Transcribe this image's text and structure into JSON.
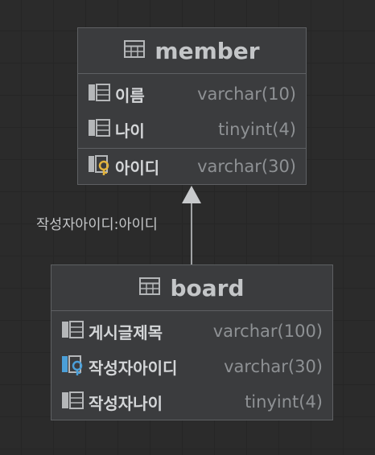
{
  "entities": {
    "member": {
      "name": "member",
      "columns": [
        {
          "name": "이름",
          "type": "varchar(10)",
          "icon": "column-icon"
        },
        {
          "name": "나이",
          "type": "tinyint(4)",
          "icon": "column-icon"
        },
        {
          "name": "아이디",
          "type": "varchar(30)",
          "icon": "primary-key-column-icon"
        }
      ]
    },
    "board": {
      "name": "board",
      "columns": [
        {
          "name": "게시글제목",
          "type": "varchar(100)",
          "icon": "column-icon"
        },
        {
          "name": "작성자아이디",
          "type": "varchar(30)",
          "icon": "foreign-key-column-icon"
        },
        {
          "name": "작성자나이",
          "type": "tinyint(4)",
          "icon": "column-icon"
        }
      ]
    }
  },
  "relationship": {
    "label": "작성자아이디:아이디"
  },
  "colors": {
    "background": "#2b2b2b",
    "entity_fill": "#3b3c3e",
    "entity_border": "#5e6063",
    "key_gold": "#e2b33c",
    "foreign_key_blue": "#4b9fd8",
    "connector": "#9a9c9e"
  }
}
